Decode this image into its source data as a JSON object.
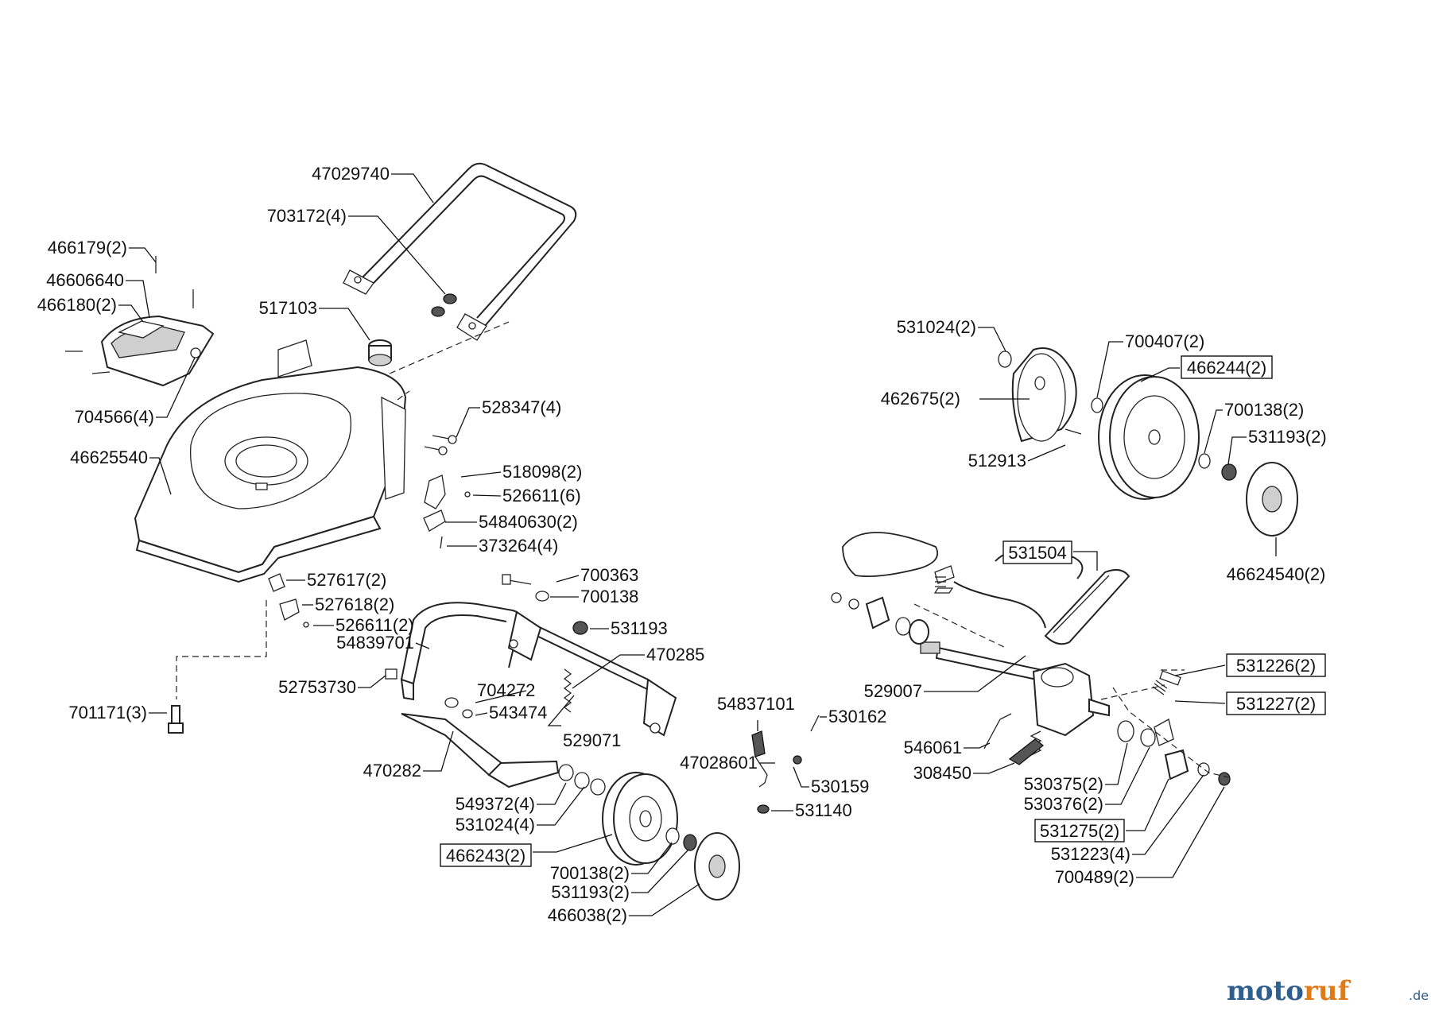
{
  "labels": {
    "p47029740": "47029740",
    "p703172": "703172(4)",
    "p466179": "466179(2)",
    "p46606640": "46606640",
    "p466180": "466180(2)",
    "p517103": "517103",
    "p704566": "704566(4)",
    "p528347": "528347(4)",
    "p46625540": "46625540",
    "p518098": "518098(2)",
    "p526611_6": "526611(6)",
    "p54840630": "54840630(2)",
    "p373264": "373264(4)",
    "p527617": "527617(2)",
    "p527618": "527618(2)",
    "p526611_2": "526611(2)",
    "p54839701": "54839701",
    "p52753730": "52753730",
    "p701171": "701171(3)",
    "p700363": "700363",
    "p700138": "700138",
    "p531193": "531193",
    "p470285": "470285",
    "p704272": "704272",
    "p543474": "543474",
    "p529071": "529071",
    "p470282": "470282",
    "p549372": "549372(4)",
    "p531024_4": "531024(4)",
    "p466243": "466243(2)",
    "p700138_2b": "700138(2)",
    "p531193_2b": "531193(2)",
    "p466038": "466038(2)",
    "p54837101": "54837101",
    "p530162": "530162",
    "p47028601": "47028601",
    "p530159": "530159",
    "p531140": "531140",
    "p531024_2": "531024(2)",
    "p700407": "700407(2)",
    "p466244": "466244(2)",
    "p462675": "462675(2)",
    "p700138_2": "700138(2)",
    "p531193_2": "531193(2)",
    "p512913": "512913",
    "p46624540": "46624540(2)",
    "p531504": "531504",
    "p529007": "529007",
    "p531226": "531226(2)",
    "p531227": "531227(2)",
    "p546061": "546061",
    "p308450": "308450",
    "p530375": "530375(2)",
    "p530376": "530376(2)",
    "p531275": "531275(2)",
    "p531223": "531223(4)",
    "p700489": "700489(2)"
  },
  "watermark": {
    "brand_main": "moto",
    "brand_accent": "ruf",
    "tld": ".de"
  }
}
